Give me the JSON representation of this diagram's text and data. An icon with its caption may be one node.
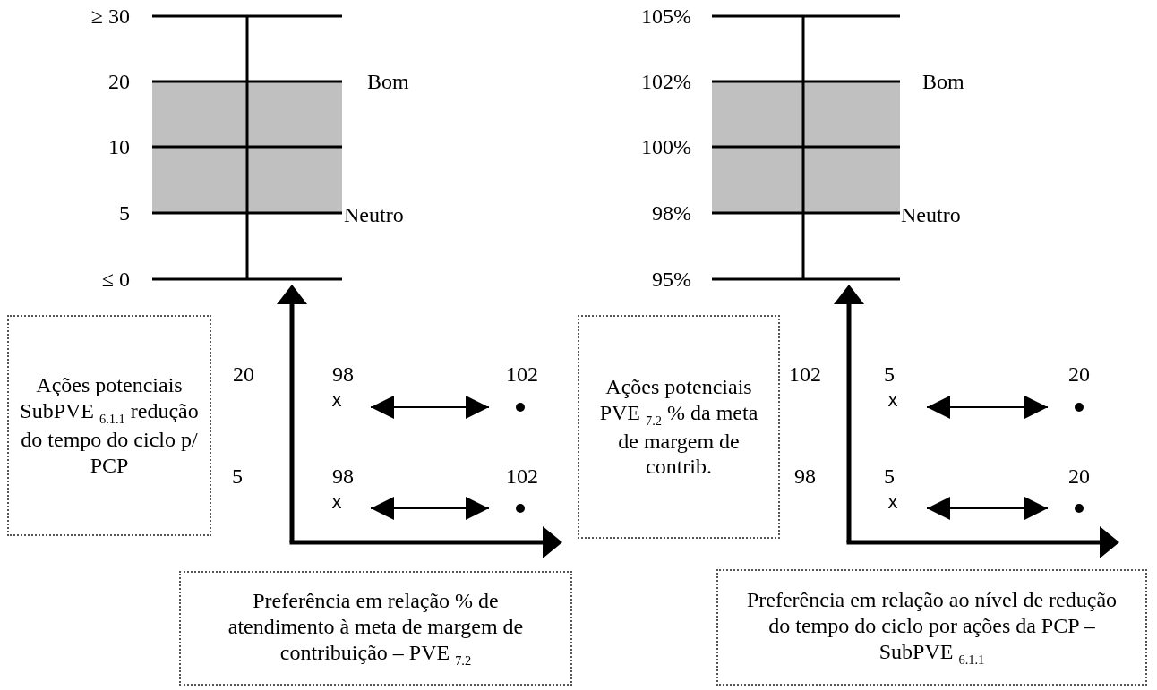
{
  "diagram": {
    "nodes": [
      {
        "text": [
          "Ações potenciais SubPVE $_{6.1.1}$ redução do tempo do ciclo p/ PCP"
        ]
      },
      {
        "text": [
          "Ações potenciais PVE $_{7.2}$ % da meta de margem de contrib."
        ]
      },
      {
        "text": [
          "Preferência em relação % de atendimento à meta de margem de contribuição – PVE $_{7.2}$"
        ]
      },
      {
        "text": [
          "Preferência em relação ao nível de redução do tempo do ciclo por ações da PCP – SubPVE $_{6.1.1}$"
        ]
      },
      {
        "text": [
          "x"
        ]
      },
      {
        "text": [],
        "shape": "circle"
      },
      {
        "text": [
          "x"
        ]
      },
      {
        "text": [],
        "shape": "circle"
      },
      {
        "text": [
          "x"
        ]
      },
      {
        "text": [],
        "shape": "circle"
      },
      {
        "text": [
          "x"
        ]
      },
      {
        "text": [],
        "shape": "circle"
      }
    ],
    "edges": [
      {
        "from": 4,
        "to": 5,
        "arrow": "both"
      },
      {
        "from": 6,
        "to": 7,
        "arrow": "both"
      },
      {
        "from": 8,
        "to": 9,
        "arrow": "both"
      },
      {
        "from": 10,
        "to": 11,
        "arrow": "both"
      }
    ],
    "labels": [
      "≥ 30",
      "105%",
      "20",
      "Bom",
      "102%",
      "Bom",
      "10",
      "100%",
      "5",
      "Neutro",
      "98%",
      "Neutro",
      "≤ 0",
      "95%",
      "20",
      "98",
      "102",
      "102",
      "5",
      "20",
      "5",
      "98",
      "102",
      "98",
      "5",
      "20"
    ]
  }
}
